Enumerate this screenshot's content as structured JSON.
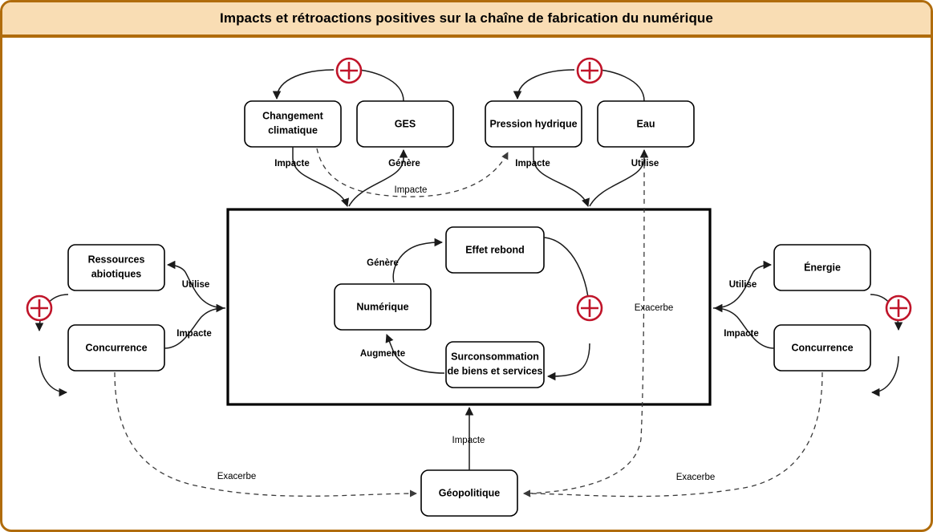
{
  "header": {
    "title": "Impacts et rétroactions positives sur la chaîne de fabrication du numérique"
  },
  "colors": {
    "frame_border": "#b06c0c",
    "title_background": "#f9ddb4",
    "plus_marker": "#c0152a",
    "node_stroke": "#000000",
    "container_stroke": "#000000",
    "dashed_link": "#3a3a3a"
  },
  "nodes": {
    "changement_climatique": "Changement\nclimatique",
    "changement_climatique_l1": "Changement",
    "changement_climatique_l2": "climatique",
    "ges": "GES",
    "pression_hydrique": "Pression hydrique",
    "eau": "Eau",
    "ressources_abiotiques_l1": "Ressources",
    "ressources_abiotiques_l2": "abiotiques",
    "concurrence_left": "Concurrence",
    "energie": "Énergie",
    "concurrence_right": "Concurrence",
    "effet_rebond": "Effet rebond",
    "numerique": "Numérique",
    "surconsommation_l1": "Surconsommation",
    "surconsommation_l2": "de biens et services",
    "geopolitique": "Géopolitique"
  },
  "edge_labels": {
    "impacte_cc": "Impacte",
    "genere_ges": "Génère",
    "impacte_cc_to_ph": "Impacte",
    "impacte_ph": "Impacte",
    "utilise_eau": "Utilise",
    "utilise_left": "Utilise",
    "impacte_left": "Impacte",
    "utilise_right": "Utilise",
    "impacte_right": "Impacte",
    "genere_inner": "Génère",
    "augmente_inner": "Augmente",
    "impacte_geo": "Impacte",
    "exacerbe_left": "Exacerbe",
    "exacerbe_center": "Exacerbe",
    "exacerbe_right": "Exacerbe"
  },
  "markers": {
    "plus_symbol": "+",
    "plus_top_left_name": "positive-feedback-marker-climate",
    "plus_top_right_name": "positive-feedback-marker-water",
    "plus_left_name": "positive-feedback-marker-abiotic",
    "plus_center_name": "positive-feedback-marker-rebound",
    "plus_right_name": "positive-feedback-marker-energy"
  }
}
